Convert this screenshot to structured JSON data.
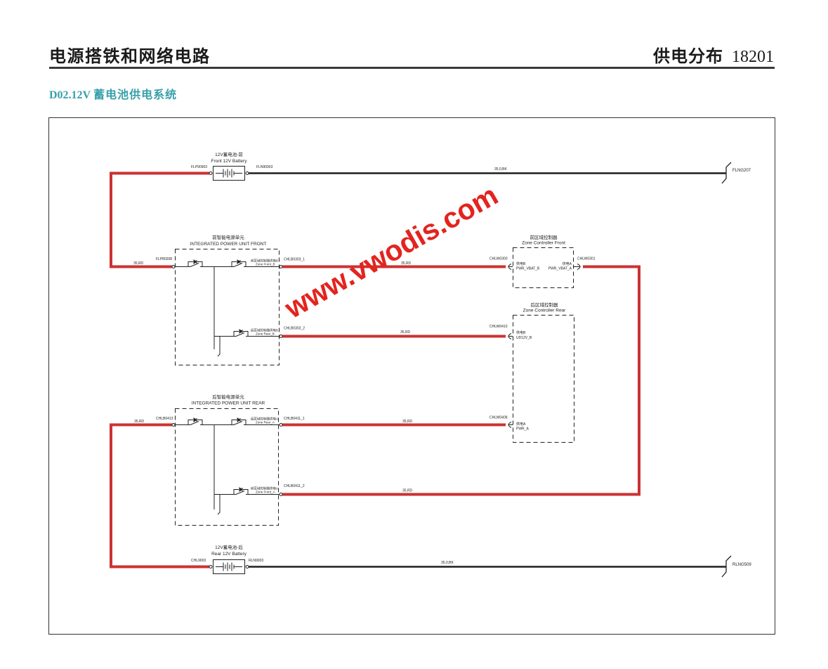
{
  "header": {
    "title": "电源搭铁和网络电路",
    "section_label": "供电分布",
    "page_number": "18201"
  },
  "diagram_heading": {
    "code": "D02.12V",
    "title": "蓄电池供电系统"
  },
  "watermark": "www.vwodis.com",
  "colors": {
    "accent_teal": "#379fab",
    "wire_red": "#cc3232",
    "wire_black": "#1e1e1e",
    "watermark_red": "#e3241f"
  },
  "front_battery": {
    "name_cn": "12V蓄电池-前",
    "name_en": "Front 12V Battery",
    "pin_positive": "FLP90903",
    "pin_negative": "FLN90903"
  },
  "rear_battery": {
    "name_cn": "12V蓄电池-后",
    "name_en": "Rear 12V Battery",
    "pin_positive": "CHL9003",
    "pin_negative": "RLN9003"
  },
  "grounds": {
    "front": "FLNG207",
    "rear": "RLNG509"
  },
  "ipu_front": {
    "name_cn": "前智能电源单元",
    "name_en": "INTEGRATED POWER UNIT FRONT",
    "input_pin": "FLP80208",
    "outputs": [
      {
        "label_cn": "前区域控制器供电B",
        "label_en": "Zone Front_B",
        "pin": "CHLB0303_1"
      },
      {
        "label_cn": "后区域控制器供电B",
        "label_en": "Zone Rear_B",
        "pin": "CHLB0303_2"
      }
    ]
  },
  "ipu_rear": {
    "name_cn": "后智能电源单元",
    "name_en": "INTEGRATED POWER UNIT REAR",
    "input_pin": "CHLB0413",
    "outputs": [
      {
        "label_cn": "后区域控制器供电A",
        "label_en": "Zone Rear_A",
        "pin": "CHLB0411_1"
      },
      {
        "label_cn": "前区域控制器供电A",
        "label_en": "Zone Front_A",
        "pin": "CHLB0411_2"
      }
    ]
  },
  "zone_controller_front": {
    "name_cn": "前区域控制器",
    "name_en": "Zone Controller Front",
    "pins": [
      {
        "connector": "CHLW0300",
        "label_cn": "供电B",
        "label_en": "PWR_VBAT_B"
      },
      {
        "connector": "CHLW0301",
        "label_cn": "供电A",
        "label_en": "PWR_VBAT_A"
      }
    ]
  },
  "zone_controller_rear": {
    "name_cn": "后区域控制器",
    "name_en": "Zone Controller Rear",
    "pins": [
      {
        "connector": "CHLW0410",
        "label_cn": "供电B",
        "label_en": "UD12V_B"
      },
      {
        "connector": "CHLW0408",
        "label_cn": "供电A",
        "label_en": "PWR_A"
      }
    ]
  },
  "wires": {
    "front_battery_to_ipu_front": "35,RD",
    "front_battery_ground": "35,0,BK",
    "ipu_front_to_zone_front": "35,RD",
    "ipu_front_to_zone_rear": "35,RD",
    "zone_front_to_ipu_rear": "35,RD",
    "ipu_rear_to_zone_rear": "35,RD",
    "rear_battery_to_ipu_rear": "35,RD",
    "rear_battery_ground": "35,0,BK"
  }
}
